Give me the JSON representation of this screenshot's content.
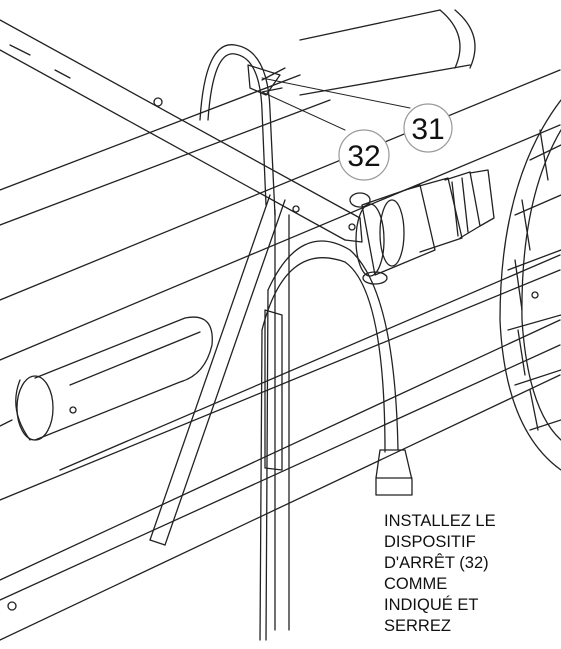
{
  "callouts": [
    {
      "id": "31",
      "label": "31"
    },
    {
      "id": "32",
      "label": "32"
    }
  ],
  "instruction": {
    "lines": [
      "INSTALLEZ LE",
      "DISPOSITIF",
      "D'ARRÊT (32)",
      "COMME",
      "INDIQUÉ ET",
      "SERREZ"
    ]
  }
}
